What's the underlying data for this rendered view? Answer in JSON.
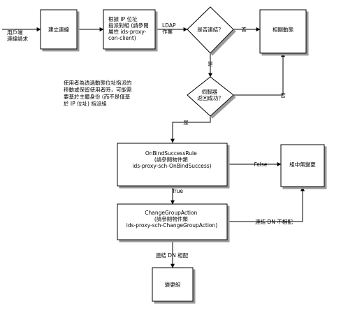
{
  "nodes": {
    "user_request": [
      "用戶端",
      "連線請求"
    ],
    "establish_connection": [
      "建立連線"
    ],
    "map_ip": [
      "根據 IP 位址",
      "指派對組 (請參閱",
      "屬性 ids-proxy-",
      "con-client)"
    ],
    "ldap_op": [
      "LDAP",
      "作業"
    ],
    "is_bind": [
      "是否連結？"
    ],
    "related_action": [
      "相關動態"
    ],
    "server_success": [
      "伺服器",
      "返回成功？"
    ],
    "note": [
      "使用者為透過動態位址指派的",
      "移動或保留使用者時，可能需",
      "要基於主體身份 (而不是僅基",
      "於 IP 位址) 指派組"
    ],
    "on_bind_success": [
      "OnBindSuccessRule",
      "(請參閱物件類",
      "ids-proxy-sch-OnBindSuccess)"
    ],
    "group_no_change": [
      "組中無變更"
    ],
    "change_group_action": [
      "ChangeGroupAction",
      "(請參閱物件類",
      "ids-proxy-sch-ChangeGroupAction)"
    ],
    "change_group": [
      "變更組"
    ]
  },
  "edges": {
    "no_1": "否",
    "yes_1": "是",
    "no_2": "否",
    "yes_2": "是",
    "false": "False",
    "true": "True",
    "bind_dn_mismatch": "連結 DN 不相配",
    "bind_dn_match": "連結 DN 相配"
  }
}
